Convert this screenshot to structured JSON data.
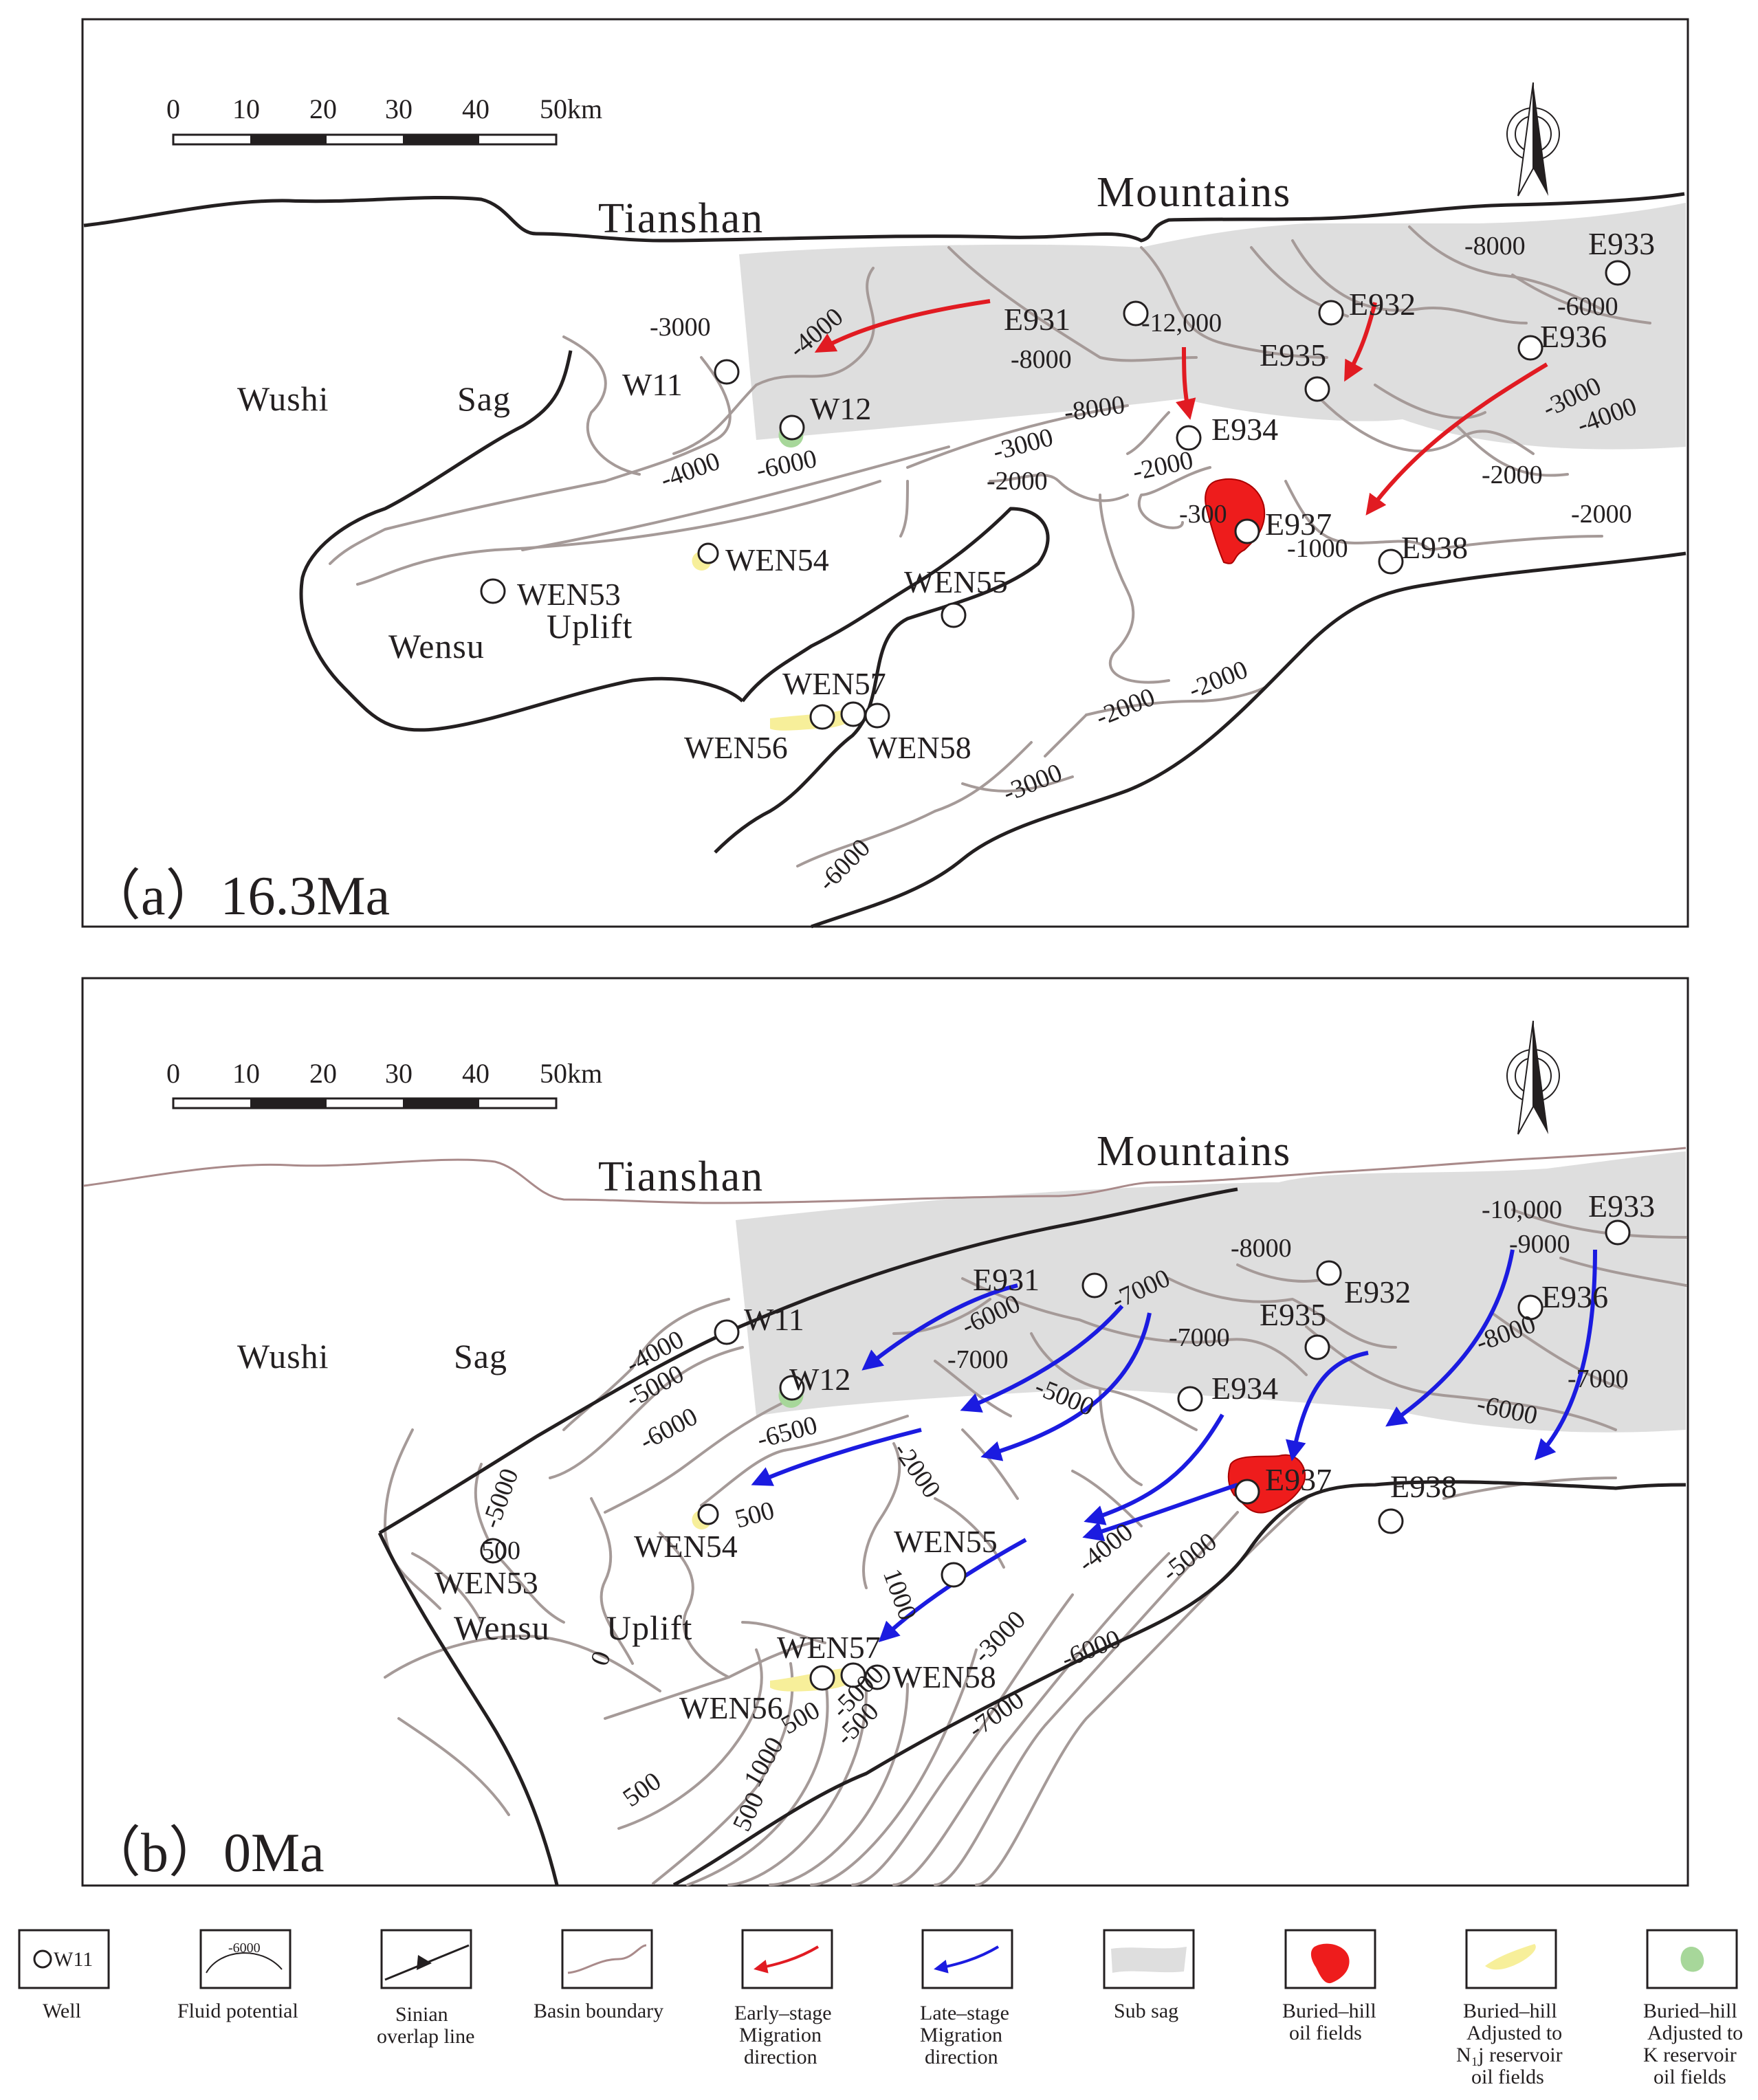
{
  "panels": [
    {
      "id": "a",
      "label": "（a）16.3Ma",
      "regions": {
        "tianshan": "Tianshan",
        "mountains": "Mountains",
        "wushi": "Wushi",
        "sag": "Sag",
        "wensu": "Wensu",
        "uplift": "Uplift"
      },
      "wells": [
        "W11",
        "W12",
        "E931",
        "E932",
        "E933",
        "E934",
        "E935",
        "E936",
        "E937",
        "E938",
        "WEN53",
        "WEN54",
        "WEN55",
        "WEN56",
        "WEN57",
        "WEN58"
      ],
      "contour_labels": [
        "-3000",
        "-4000",
        "-4000",
        "-6000",
        "-8000",
        "-12,000",
        "-8000",
        "-6000",
        "-3000",
        "-4000",
        "-8000",
        "-3000",
        "-2000",
        "-2000",
        "-300",
        "-1000",
        "-2000",
        "-2000",
        "-2000",
        "-2000",
        "-3000",
        "-6000"
      ]
    },
    {
      "id": "b",
      "label": "（b）0Ma",
      "regions": {
        "tianshan": "Tianshan",
        "mountains": "Mountains",
        "wushi": "Wushi",
        "sag": "Sag",
        "wensu": "Wensu",
        "uplift": "Uplift"
      },
      "wells": [
        "W11",
        "W12",
        "E931",
        "E932",
        "E933",
        "E934",
        "E935",
        "E936",
        "E937",
        "E938",
        "WEN53",
        "WEN54",
        "WEN55",
        "WEN56",
        "WEN57",
        "WEN58"
      ],
      "contour_labels": [
        "-10,000",
        "-9000",
        "-8000",
        "-7000",
        "-7000",
        "-6000",
        "-7000",
        "-8000",
        "-6000",
        "-7000",
        "-4000",
        "-5000",
        "-6000",
        "-6500",
        "-5000",
        "-2000",
        "-5000",
        "-4000",
        "-3000",
        "-5000",
        "-6000",
        "-7000",
        "-5000",
        "500",
        "500",
        "1000",
        "0",
        "-500",
        "1000",
        "500",
        "500",
        "500"
      ]
    }
  ],
  "scale": {
    "ticks": [
      "0",
      "10",
      "20",
      "30",
      "40",
      "50km"
    ]
  },
  "legend": [
    {
      "symbol": "W11",
      "lines": [
        "Well"
      ]
    },
    {
      "symbol": "-6000",
      "lines": [
        "Fluid potential"
      ]
    },
    {
      "symbol": "",
      "lines": [
        "Sinian",
        "overlap line"
      ]
    },
    {
      "symbol": "",
      "lines": [
        "Basin boundary"
      ]
    },
    {
      "symbol": "",
      "lines": [
        "Early–stage",
        "Migration",
        "direction"
      ]
    },
    {
      "symbol": "",
      "lines": [
        "Late–stage",
        "Migration",
        "direction"
      ]
    },
    {
      "symbol": "",
      "lines": [
        "Sub sag"
      ]
    },
    {
      "symbol": "",
      "lines": [
        "Buried–hill",
        "oil fields"
      ]
    },
    {
      "symbol": "",
      "lines": [
        "Buried–hill",
        "Adjusted to",
        "N₁j reservoir",
        "oil fields"
      ]
    },
    {
      "symbol": "",
      "lines": [
        "Buried–hill",
        "Adjusted to",
        "K reservoir",
        "oil fields"
      ]
    }
  ],
  "colors": {
    "early_migration": "#e11b22",
    "late_migration": "#1b1be0",
    "sub_sag": "#dedede",
    "oil_field": "#ee1c1c",
    "n1j_field": "#f7ef9a",
    "k_field": "#a7d79a",
    "contour": "#a59a98",
    "basin_boundary": "#a98a8a"
  }
}
